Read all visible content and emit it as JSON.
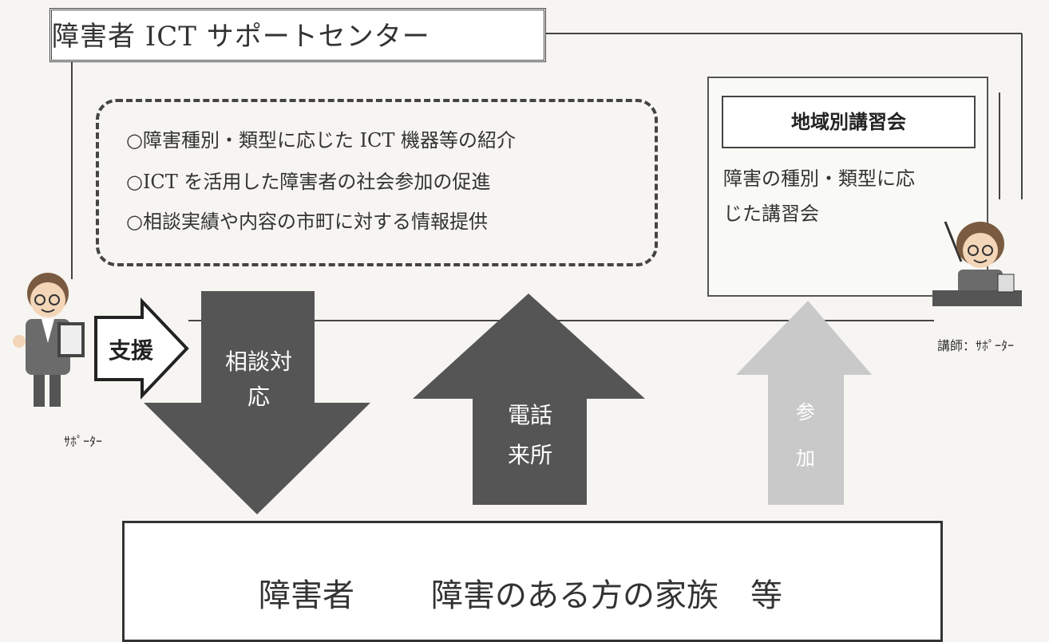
{
  "center_title": "障害者 ICT サポートセンター",
  "services": [
    "○障害種別・類型に応じた ICT 機器等の紹介",
    "○ICT を活用した障害者の社会参加の促進",
    "○相談実績や内容の市町に対する情報提供"
  ],
  "course": {
    "title": "地域別講習会",
    "desc_line1": "障害の種別・類型に応",
    "desc_line2": "じた講習会"
  },
  "arrows": {
    "support": "支援",
    "consult_line1": "相談対",
    "consult_line2": "応",
    "phone_line1": "電話",
    "phone_line2": "来所",
    "participate_line1": "参",
    "participate_line2": "加"
  },
  "people": {
    "supporter": "ｻﾎﾟｰﾀｰ",
    "instructor": "講師：ｻﾎﾟｰﾀｰ"
  },
  "bottom": {
    "left": "障害者",
    "right": "障害のある方の家族　等"
  },
  "colors": {
    "dark_arrow": "#555555",
    "light_arrow": "#c9c9c9",
    "frame": "#333333"
  }
}
